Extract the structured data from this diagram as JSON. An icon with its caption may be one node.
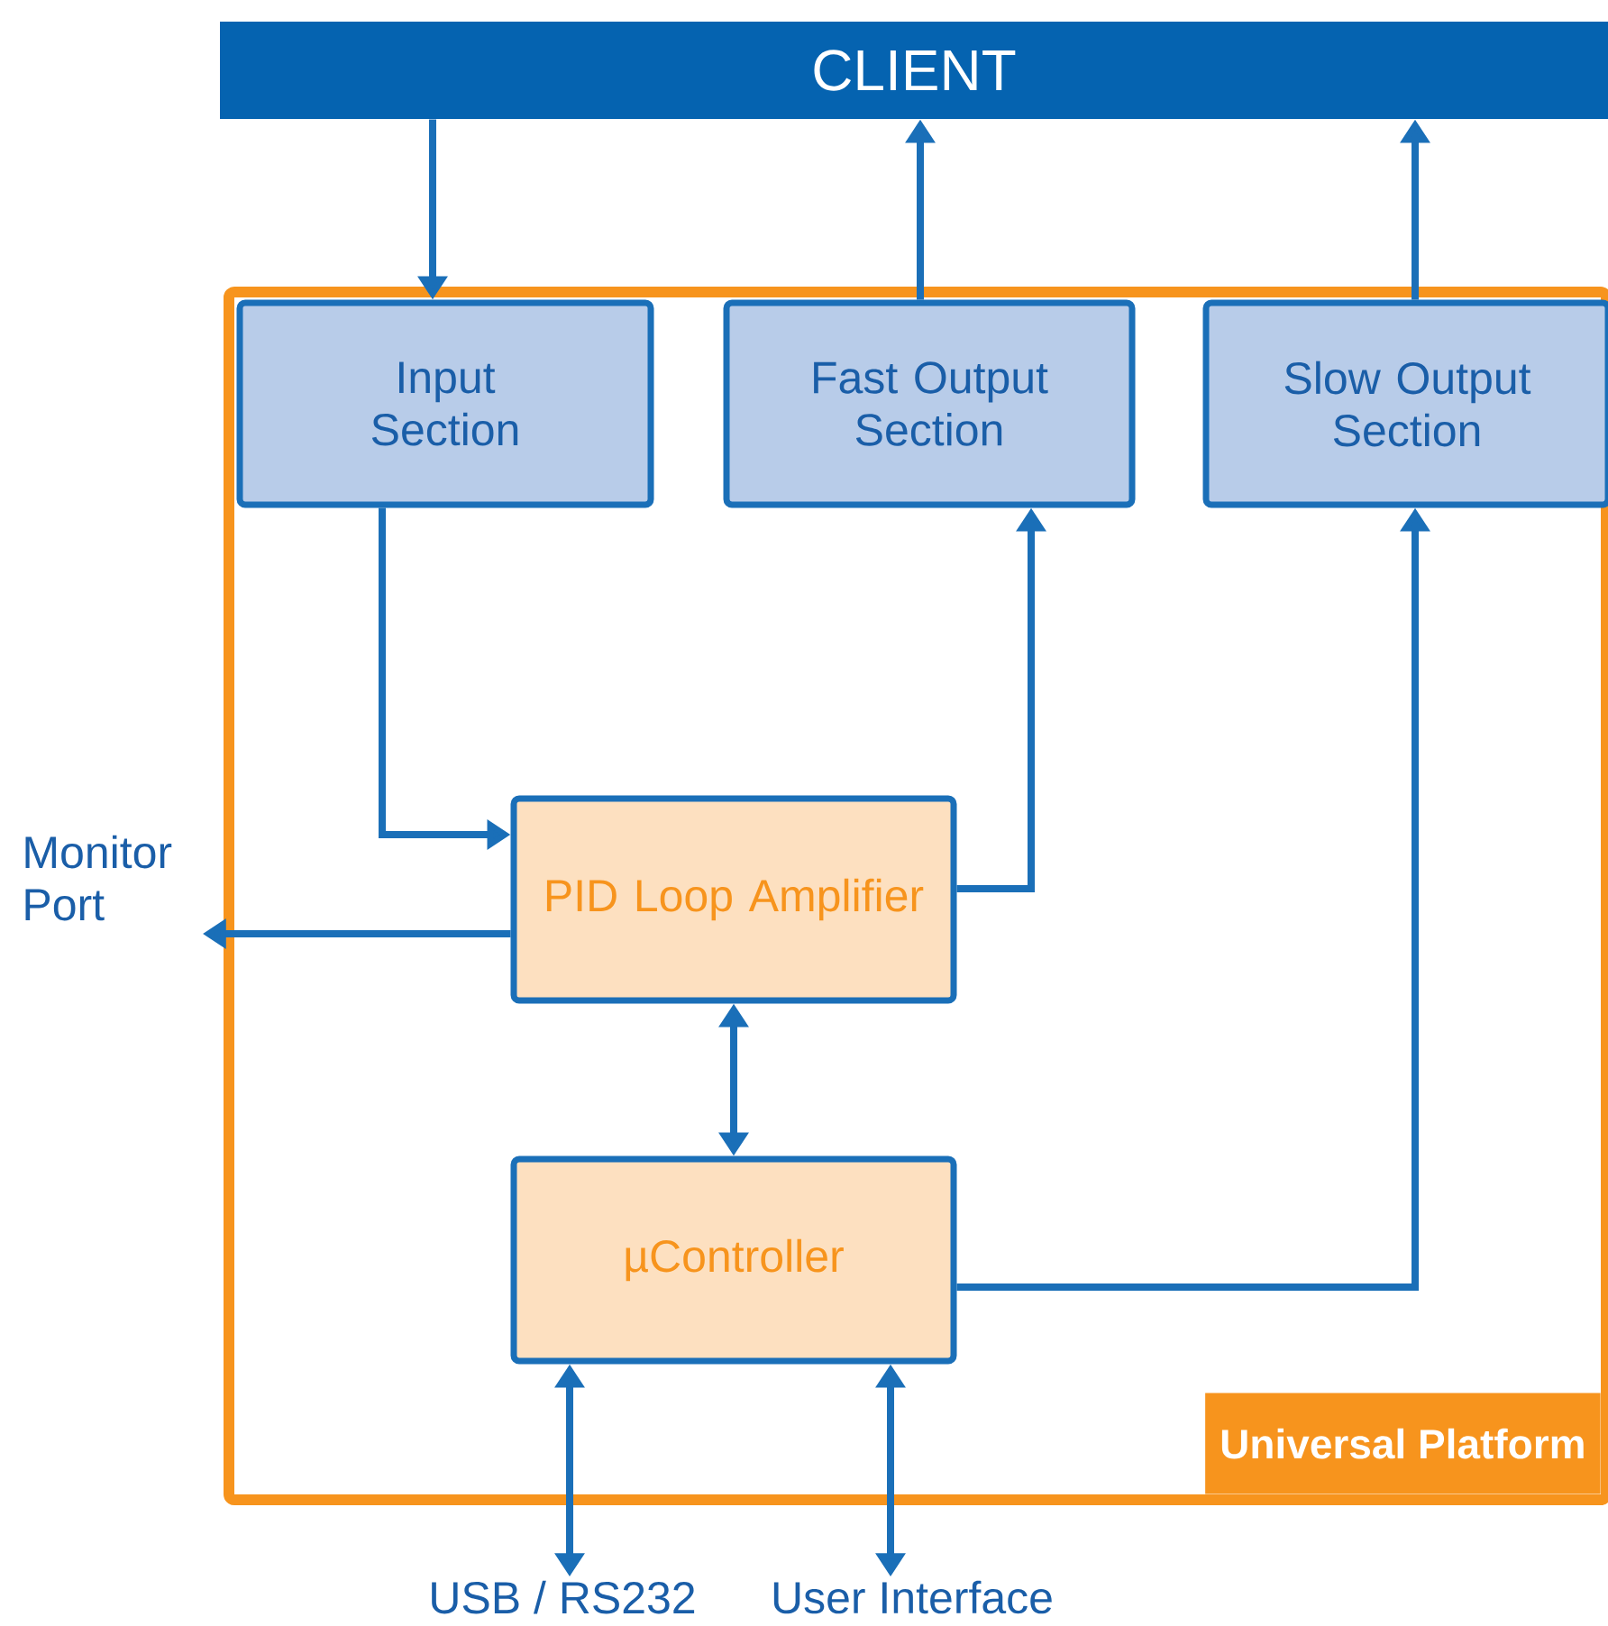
{
  "diagram": {
    "nodes": [
      {
        "text": [
          "CLIENT"
        ]
      },
      {
        "text": [
          "Universal Platform"
        ]
      },
      {
        "text": [
          "Input Section"
        ],
        "in": 1
      },
      {
        "text": [
          "Fast Output Section"
        ],
        "in": 1
      },
      {
        "text": [
          "Slow Output Section"
        ],
        "in": 1
      },
      {
        "text": [
          "PID Loop Amplifier"
        ],
        "in": 1
      },
      {
        "text": [
          "µController"
        ],
        "in": 1
      },
      {
        "text": [
          "Monitor Port"
        ]
      },
      {
        "text": [
          "USB / RS232"
        ]
      },
      {
        "text": [
          "User Interface"
        ]
      }
    ],
    "edges": [
      {
        "from": 0,
        "to": 2,
        "arrow": "to"
      },
      {
        "from": 3,
        "to": 0,
        "arrow": "to"
      },
      {
        "from": 4,
        "to": 0,
        "arrow": "to"
      },
      {
        "from": 2,
        "to": 5,
        "arrow": "to"
      },
      {
        "from": 5,
        "to": 3,
        "arrow": "to"
      },
      {
        "from": 5,
        "to": 7,
        "arrow": "to"
      },
      {
        "from": 5,
        "to": 6,
        "arrow": "both"
      },
      {
        "from": 6,
        "to": 4,
        "arrow": "to"
      },
      {
        "from": 8,
        "to": 6,
        "arrow": "both"
      },
      {
        "from": 9,
        "to": 6,
        "arrow": "both"
      }
    ]
  }
}
